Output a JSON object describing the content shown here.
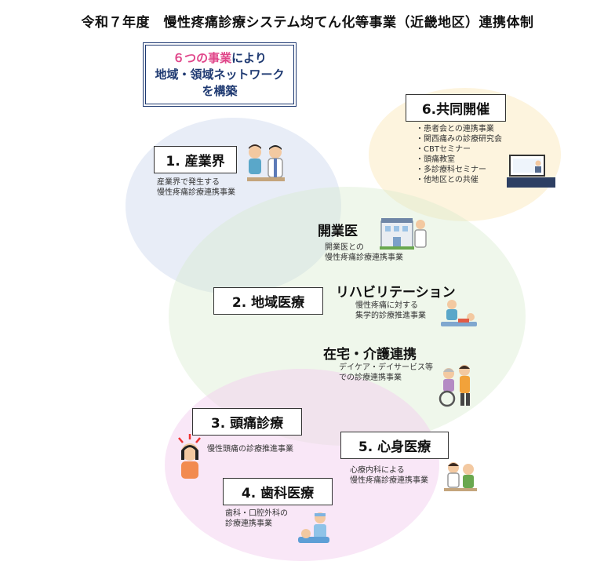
{
  "title": "令和７年度　慢性疼痛診療システム均てん化等事業（近畿地区）連携体制",
  "logo": {
    "line1_pink": "６つの事業",
    "line1_rest": "により",
    "line2": "地域・領域ネットワーク",
    "line3": "を構築"
  },
  "colors": {
    "logo_border": "#1f3a72",
    "logo_accent": "#e0468a",
    "circle_industry": "#cdd6ee",
    "circle_regional": "#d6eace",
    "circle_headache": "#f2ccee",
    "circle_joint": "#fcecc8"
  },
  "sections": {
    "industry": {
      "label": "1. 産業界",
      "desc": [
        "産業界で発生する",
        "慢性疼痛診療連携事業"
      ],
      "icon": "doctor-patient-consultation-icon"
    },
    "regional": {
      "label": "2. 地域医療",
      "clinic": {
        "label": "開業医",
        "desc": [
          "開業医との",
          "慢性疼痛診療連携事業"
        ],
        "icon": "clinic-building-doctor-icon"
      },
      "rehab": {
        "label": "リハビリテーション",
        "desc": [
          "慢性疼痛に対する",
          "集学的診療推進事業"
        ],
        "icon": "rehabilitation-therapy-icon"
      },
      "homecare": {
        "label": "在宅・介護連携",
        "desc": [
          "デイケア・デイサービス等",
          "での診療連携事業"
        ],
        "icon": "wheelchair-caregiver-icon"
      }
    },
    "headache": {
      "label": "3. 頭痛診療",
      "desc": [
        "慢性頭痛の診療推進事業"
      ],
      "icon": "headache-woman-icon"
    },
    "dental": {
      "label": "4. 歯科医療",
      "desc": [
        "歯科・口腔外科の",
        "診療連携事業"
      ],
      "icon": "dentist-patient-icon"
    },
    "psychosomatic": {
      "label": "5. 心身医療",
      "desc": [
        "心療内科による",
        "慢性疼痛診療連携事業"
      ],
      "icon": "counseling-doctor-icon"
    },
    "joint": {
      "label": "6.共同開催",
      "items": [
        "・患者会との連携事業",
        "・関西痛みの診療研究会",
        "・CBTセミナー",
        "・頭痛教室",
        "・多診療科セミナー",
        "・他地区との共催"
      ],
      "icon": "online-seminar-icon"
    }
  }
}
